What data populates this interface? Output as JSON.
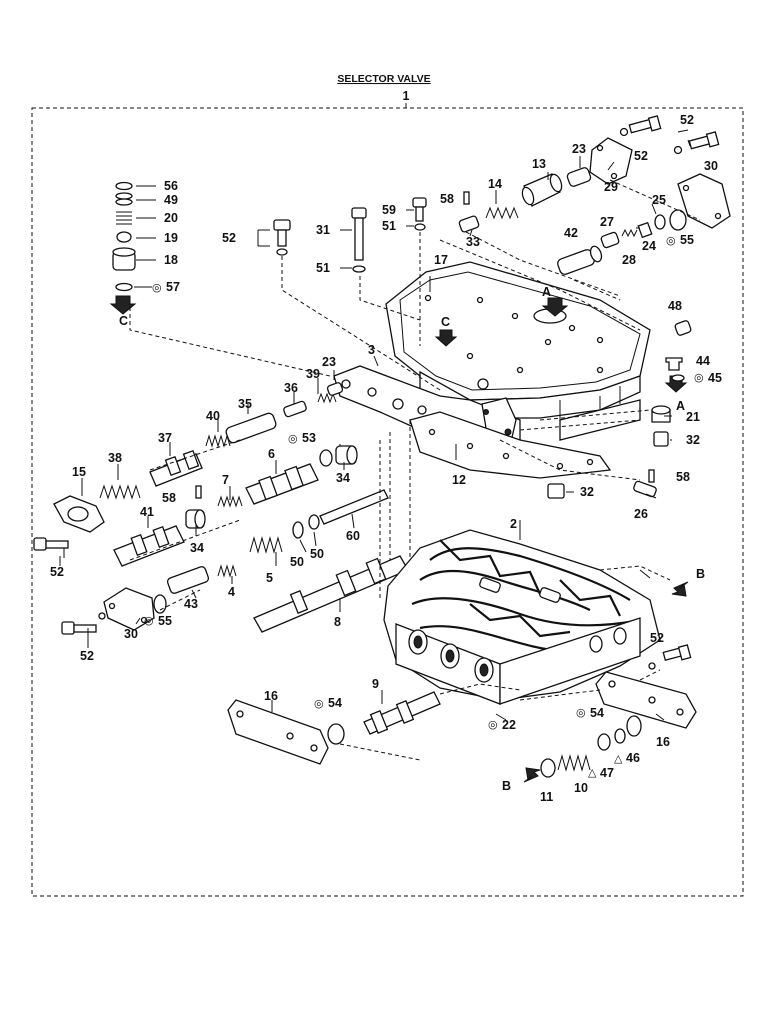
{
  "title": "SELECTOR VALVE",
  "assembly_number": "1",
  "markers": {
    "a": "A",
    "b": "B",
    "c": "C",
    "circle": "◎",
    "triangle": "△"
  },
  "labels": {
    "p2": "2",
    "p3": "3",
    "p4": "4",
    "p5": "5",
    "p6": "6",
    "p7": "7",
    "p8": "8",
    "p9": "9",
    "p10": "10",
    "p11": "11",
    "p12": "12",
    "p13": "13",
    "p14": "14",
    "p15": "15",
    "p16": "16",
    "p17": "17",
    "p18": "18",
    "p19": "19",
    "p20": "20",
    "p21": "21",
    "p22": "22",
    "p23": "23",
    "p24": "24",
    "p25": "25",
    "p26": "26",
    "p27": "27",
    "p28": "28",
    "p29": "29",
    "p30": "30",
    "p31": "31",
    "p32": "32",
    "p33": "33",
    "p34": "34",
    "p35": "35",
    "p36": "36",
    "p37": "37",
    "p38": "38",
    "p39": "39",
    "p40": "40",
    "p41": "41",
    "p42": "42",
    "p43": "43",
    "p44": "44",
    "p45": "45",
    "p46": "46",
    "p47": "47",
    "p48": "48",
    "p49": "49",
    "p50": "50",
    "p51": "51",
    "p52": "52",
    "p53": "53",
    "p54": "54",
    "p55": "55",
    "p56": "56",
    "p57": "57",
    "p58": "58",
    "p59": "59",
    "p60": "60"
  }
}
